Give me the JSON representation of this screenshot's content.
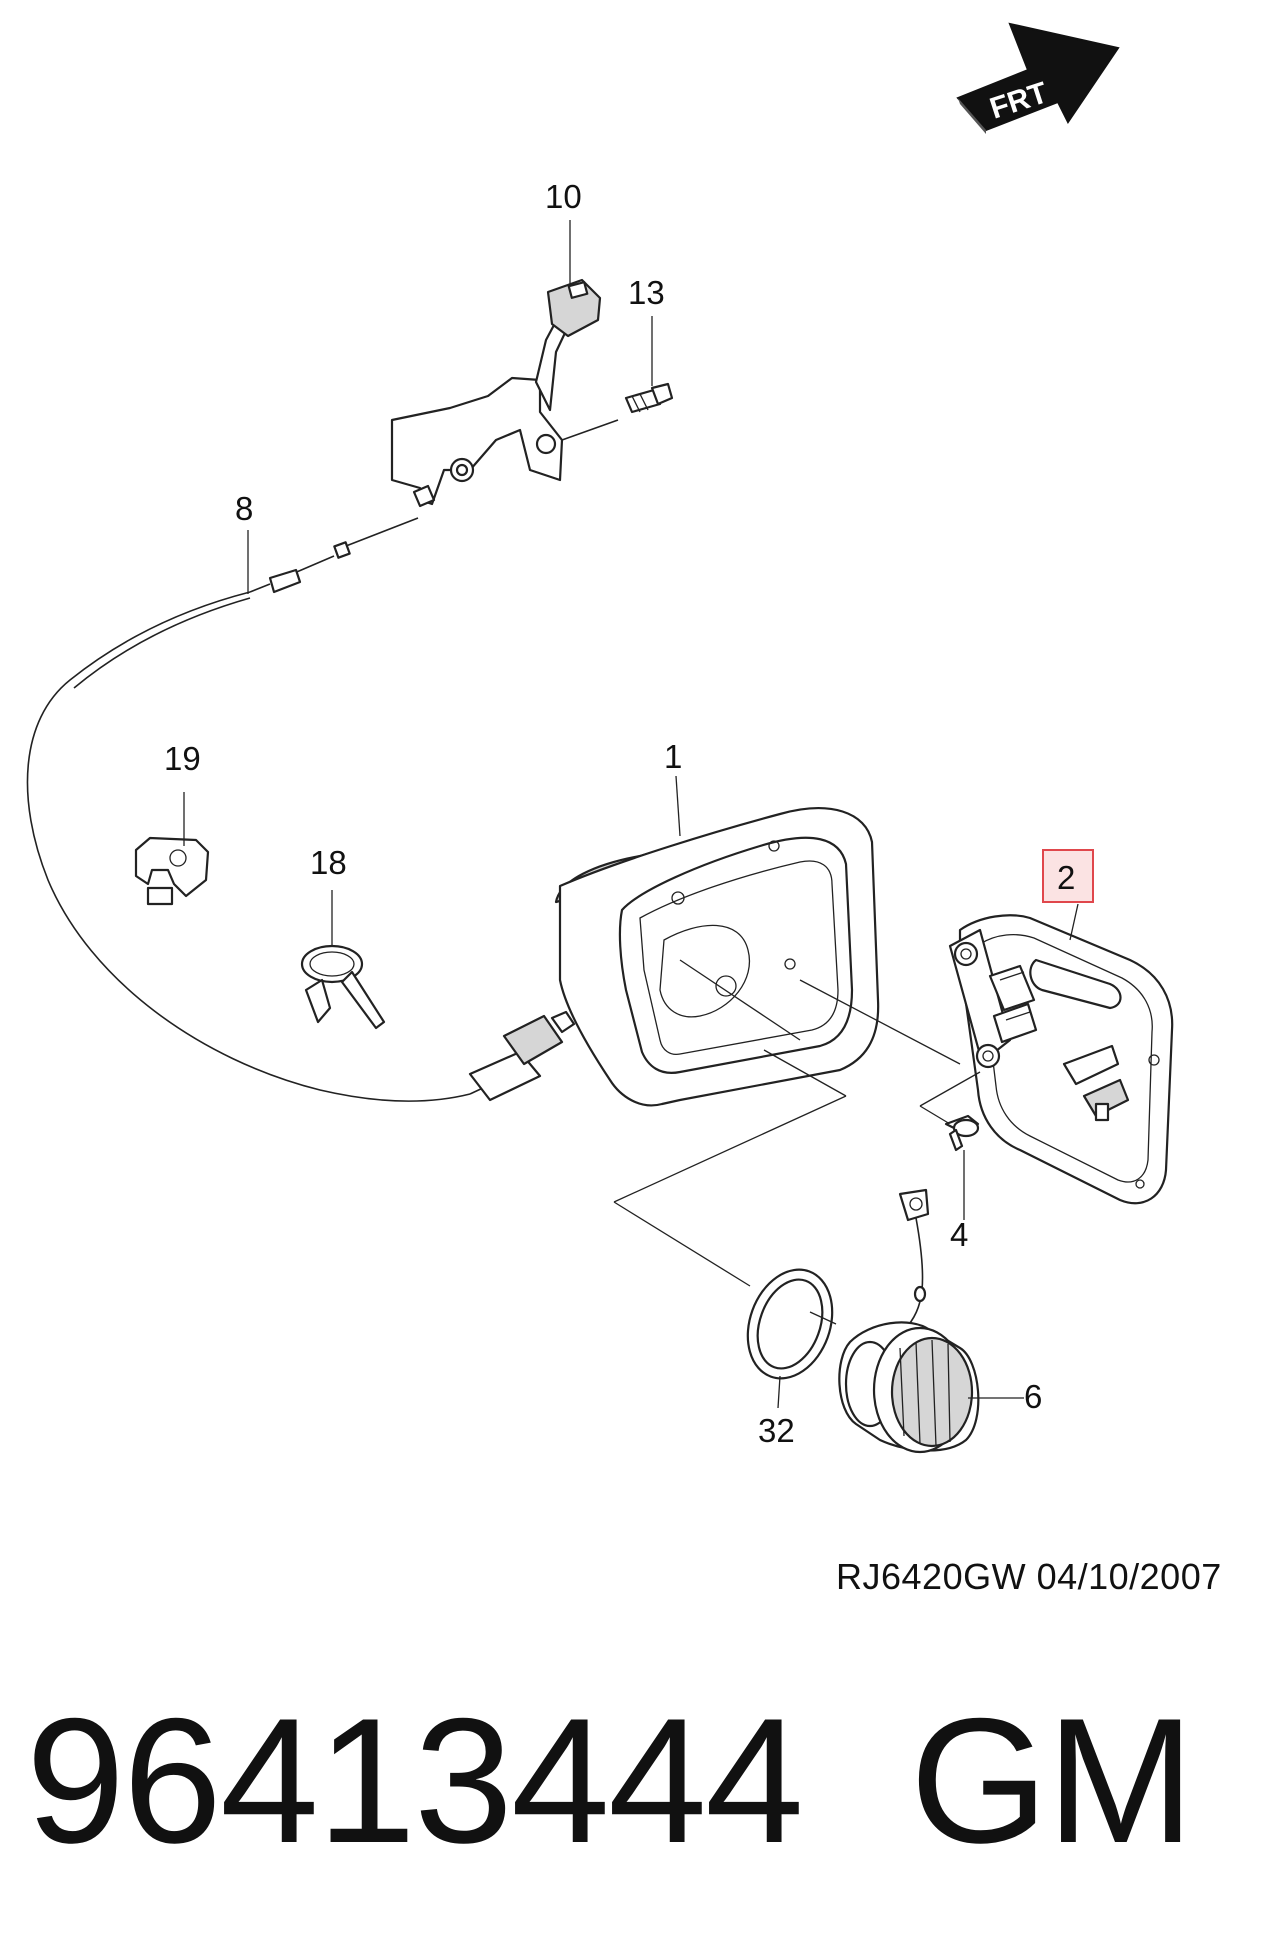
{
  "direction_arrow": {
    "label": "FRT"
  },
  "callouts": {
    "c1": "1",
    "c2": "2",
    "c4": "4",
    "c6": "6",
    "c8": "8",
    "c10": "10",
    "c13": "13",
    "c18": "18",
    "c19": "19",
    "c32": "32"
  },
  "highlight": {
    "callout": "2",
    "color": "#e0474c"
  },
  "footer": {
    "reference": "RJ6420GW  04/10/2007",
    "part_number": "96413444",
    "brand": "GM"
  }
}
